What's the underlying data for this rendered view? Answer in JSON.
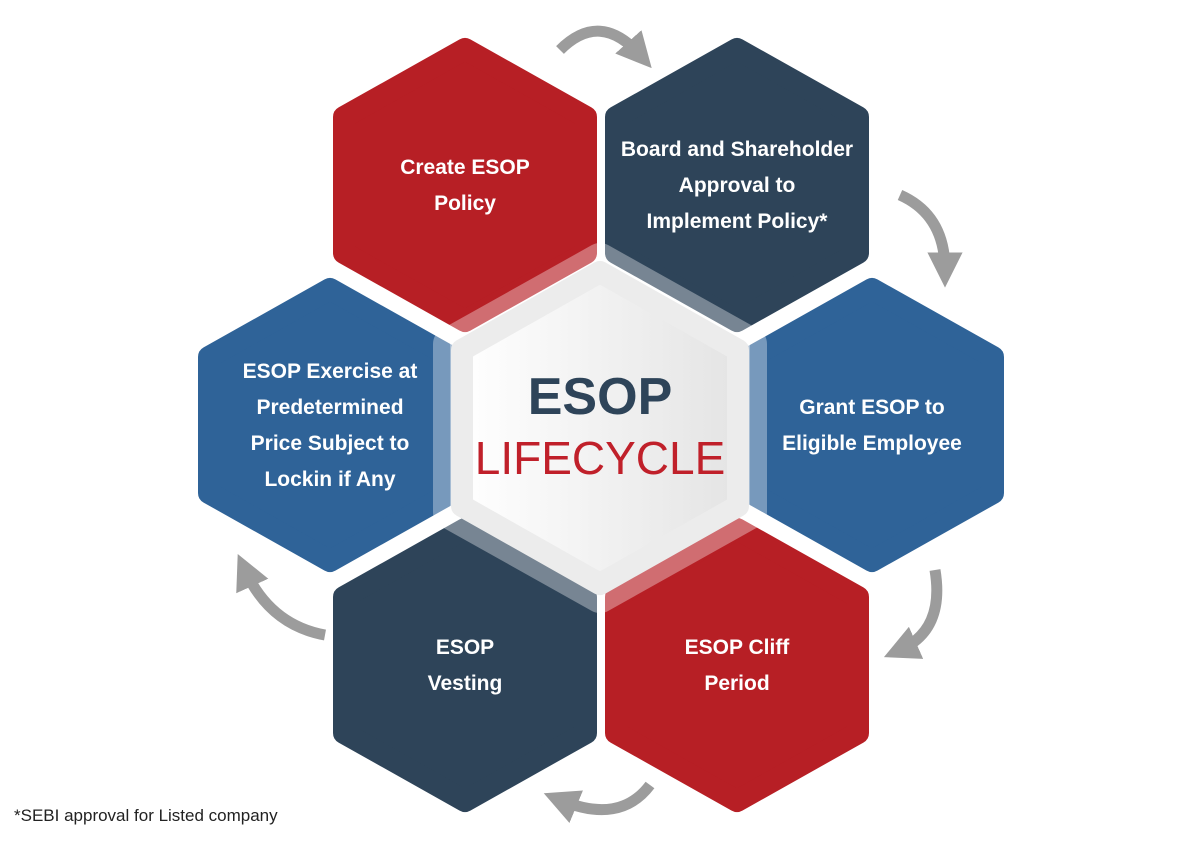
{
  "center": {
    "title": "ESOP",
    "subtitle": "LIFECYCLE"
  },
  "steps": [
    {
      "lines": [
        "Create ESOP",
        "Policy"
      ],
      "color": "#b71f25"
    },
    {
      "lines": [
        "Board and Shareholder",
        "Approval to",
        "Implement Policy*"
      ],
      "color": "#2e4459"
    },
    {
      "lines": [
        "Grant ESOP to",
        "Eligible Employee"
      ],
      "color": "#2f6398"
    },
    {
      "lines": [
        "ESOP Cliff",
        "Period"
      ],
      "color": "#b71f25"
    },
    {
      "lines": [
        "ESOP",
        "Vesting"
      ],
      "color": "#2e4459"
    },
    {
      "lines": [
        "ESOP Exercise at",
        "Predetermined",
        "Price Subject to",
        "Lockin if Any"
      ],
      "color": "#2f6398"
    }
  ],
  "footnote": "*SEBI approval for Listed company",
  "colors": {
    "title": "#2e4459",
    "subtitle": "#c0202a",
    "arrow": "#9c9c9c"
  }
}
